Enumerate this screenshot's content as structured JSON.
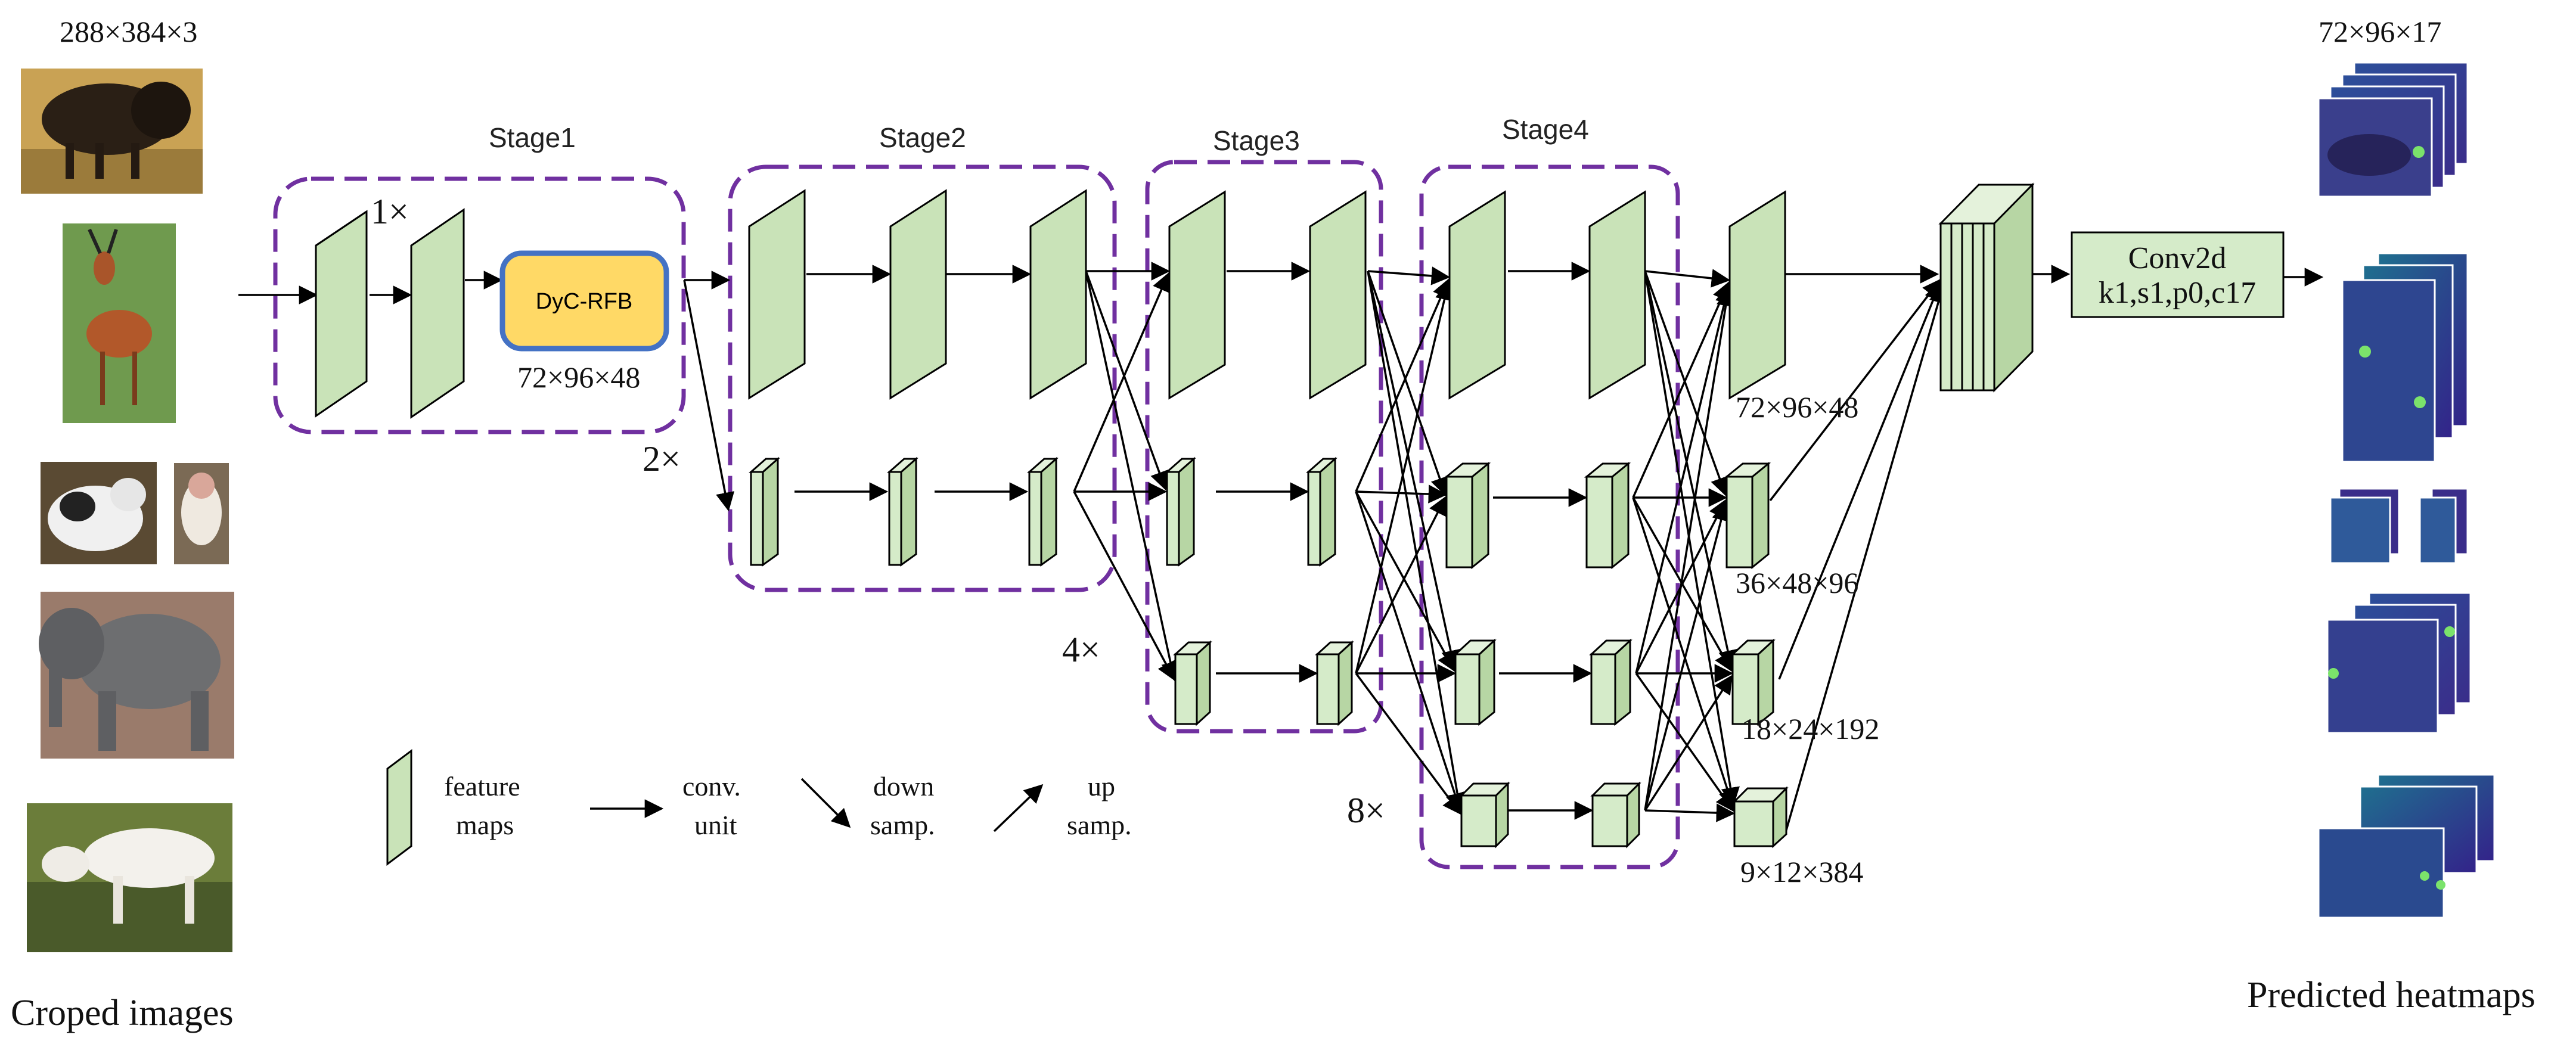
{
  "inputs": {
    "size_label": "288×384×3",
    "caption": "Croped images"
  },
  "stages": {
    "s1": "Stage1",
    "s2": "Stage2",
    "s3": "Stage3",
    "s4": "Stage4"
  },
  "rfb": {
    "label": "DyC-RFB",
    "dim": "72×96×48"
  },
  "scales": {
    "x1": "1×",
    "x2": "2×",
    "x4": "4×",
    "x8": "8×"
  },
  "dims": {
    "b1": "72×96×48",
    "b2": "36×48×96",
    "b3": "18×24×192",
    "b4": "9×12×384"
  },
  "conv2d": {
    "line1": "Conv2d",
    "line2": "k1,s1,p0,c17"
  },
  "output": {
    "size_label": "72×96×17",
    "caption": "Predicted heatmaps"
  },
  "legend": {
    "feature_1": "feature",
    "feature_2": "maps",
    "conv_1": "conv.",
    "conv_2": "unit",
    "down_1": "down",
    "down_2": "samp.",
    "up_1": "up",
    "up_2": "samp."
  },
  "colors": {
    "block_fill": "#d5ebc9",
    "block_side": "#b7d6a4",
    "stage_border": "#7030a0",
    "rfb_fill": "#ffd966",
    "rfb_border": "#4472c4",
    "conv_fill": "#d5ebc9",
    "heatmap_bg": "#3b3f9a"
  }
}
